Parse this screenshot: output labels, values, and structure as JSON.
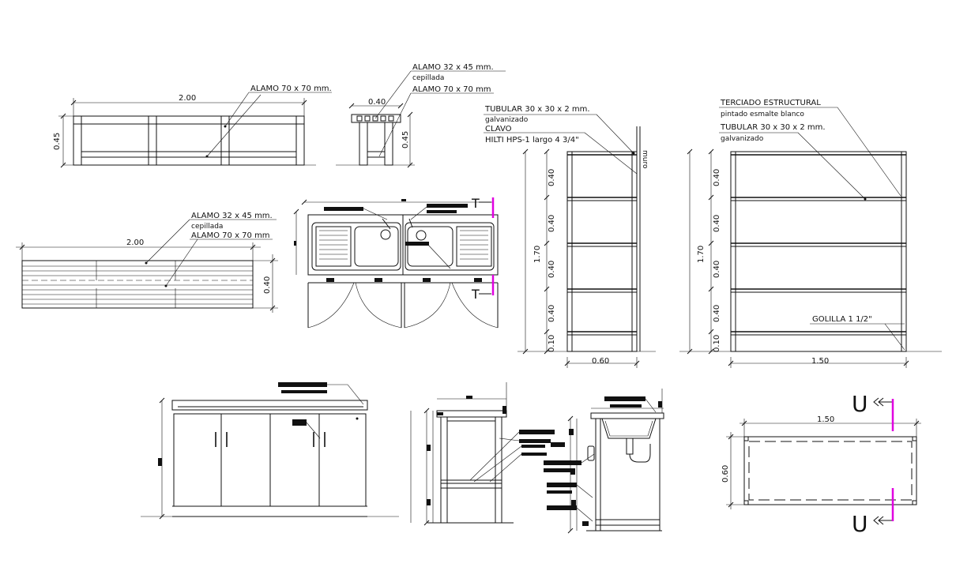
{
  "labels": {
    "alamo_70_a": "ALAMO 70 x 70 mm.",
    "alamo_32_a": "ALAMO 32 x 45 mm.",
    "cepillada_a": "cepillada",
    "alamo_70_b": "ALAMO 70 x 70 mm",
    "alamo_32_b": "ALAMO 32 x 45 mm.",
    "cepillada_b": "cepillada",
    "alamo_70_c": "ALAMO 70 x 70 mm",
    "tubular_a": "TUBULAR  30 x 30 x 2 mm.",
    "galvanizado_a": "galvanizado",
    "clavo": "CLAVO",
    "hilti": "HILTI HPS-1 largo 4  3/4\"",
    "muro": "muro",
    "terciado": "TERCIADO ESTRUCTURAL",
    "pintado": "pintado esmalte blanco",
    "tubular_b": "TUBULAR 30 x 30 x 2 mm.",
    "galvanizado_b": "galvanizado",
    "golilla": "GOLILLA 1 1/2\""
  },
  "dims": {
    "bench_len": "2.00",
    "bench_h": "0.45",
    "bench_side_w": "0.40",
    "bench_side_h": "0.45",
    "bench_top_len": "2.00",
    "bench_top_w": "0.40",
    "shelf_a_h": "1.70",
    "shelf_a_w": "0.60",
    "shelf_a_levels": [
      "0.40",
      "0.40",
      "0.40",
      "0.40",
      "0.10"
    ],
    "shelf_b_h": "1.70",
    "shelf_b_w": "1.50",
    "shelf_b_levels": [
      "0.40",
      "0.40",
      "0.40",
      "0.40",
      "0.10"
    ],
    "plan_len": "1.50",
    "plan_w": "0.60"
  },
  "section_marks": {
    "t_top": "T",
    "t_bottom": "T",
    "u_top": "U",
    "u_bottom": "U"
  },
  "colors": {
    "line": "#111111",
    "section_mark": "#e000e0",
    "background": "#ffffff"
  }
}
